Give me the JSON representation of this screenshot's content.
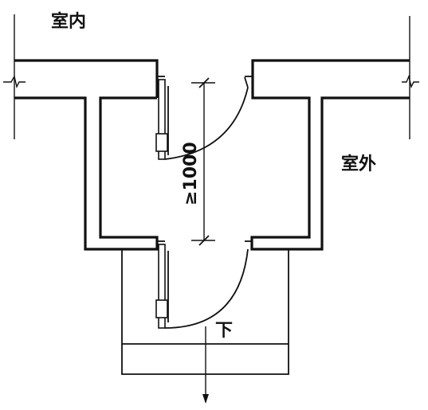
{
  "labels": {
    "indoor": "室内",
    "outdoor": "室外",
    "down": "下",
    "dimension": "≥1000"
  }
}
